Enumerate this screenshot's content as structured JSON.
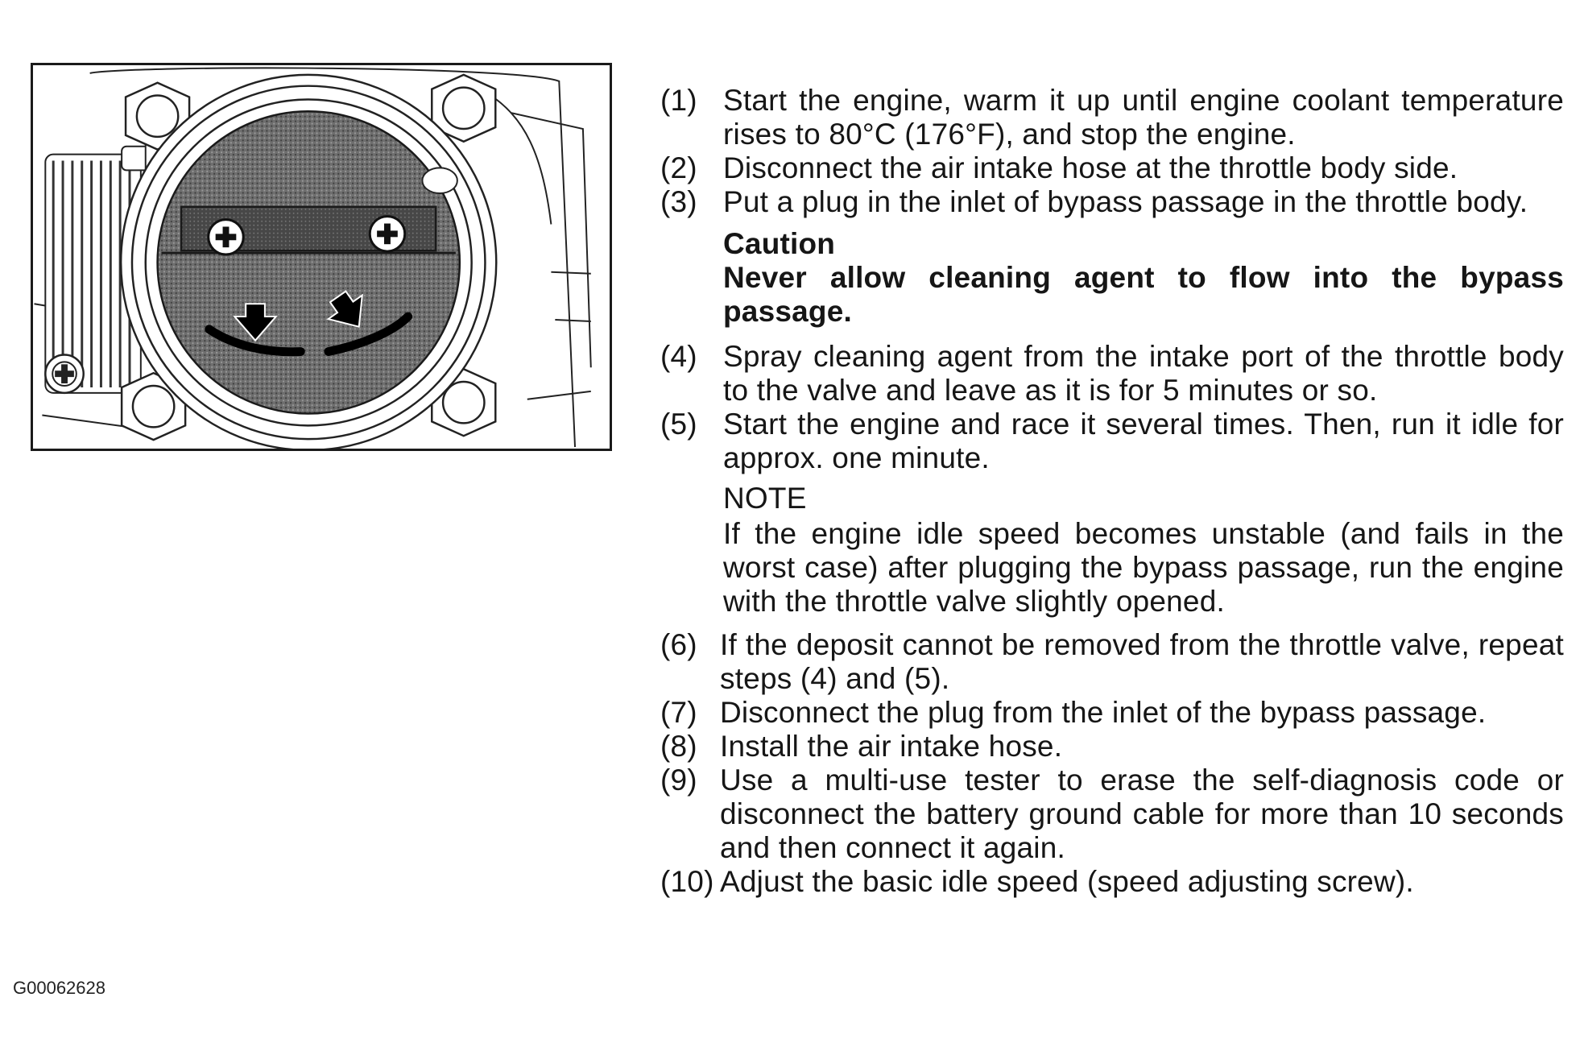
{
  "figure": {
    "id_label": "G00062628"
  },
  "steps_before": [
    {
      "num": "(1)",
      "text": "Start the engine, warm it up until engine coolant temperature rises to 80°C (176°F), and stop the engine."
    },
    {
      "num": "(2)",
      "text": "Disconnect the air intake hose at the throttle body side."
    },
    {
      "num": "(3)",
      "text": "Put a plug in the inlet of bypass passage in the throttle body."
    }
  ],
  "caution": {
    "title": "Caution",
    "text": "Never allow cleaning agent to flow into the bypass passage."
  },
  "steps_middle": [
    {
      "num": "(4)",
      "text": "Spray cleaning agent from the intake port of the throttle body to the valve and leave as it is for 5 minutes or so."
    },
    {
      "num": "(5)",
      "text": "Start the engine and race it several times. Then, run it idle for approx. one minute."
    }
  ],
  "note": {
    "title": "NOTE",
    "text": "If the engine idle speed becomes unstable (and fails in the worst case) after plugging the bypass passage, run the engine with the throttle valve slightly opened."
  },
  "steps_after": [
    {
      "num": "(6)",
      "text": "If the deposit cannot be removed from the throttle valve, repeat steps (4) and (5)."
    },
    {
      "num": "(7)",
      "text": "Disconnect the plug from the inlet of the bypass passage."
    },
    {
      "num": "(8)",
      "text": "Install the air intake hose."
    },
    {
      "num": "(9)",
      "text": "Use a multi-use tester to erase the self-diagnosis code or disconnect the battery ground cable for more than 10 seconds and then connect it again."
    },
    {
      "num": "(10)",
      "text": "Adjust the basic idle speed (speed adjusting screw)."
    }
  ]
}
